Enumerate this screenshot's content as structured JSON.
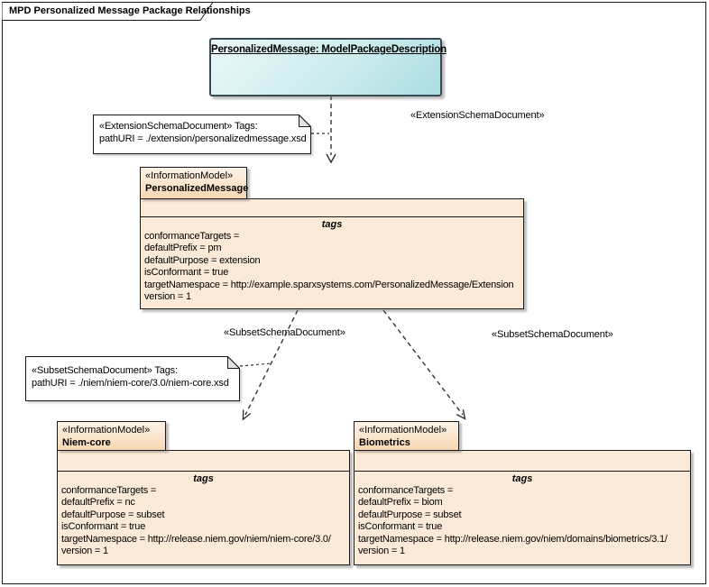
{
  "frame": {
    "title": "MPD Personalized Message Package Relationships"
  },
  "object_box": {
    "title": "PersonalizedMessage: ModelPackageDescription"
  },
  "edge_labels": {
    "extension": "«ExtensionSchemaDocument»",
    "subset_left": "«SubsetSchemaDocument»",
    "subset_right": "«SubsetSchemaDocument»"
  },
  "notes": {
    "extension": {
      "line1": "«ExtensionSchemaDocument» Tags:",
      "line2": "pathURI = ./extension/personalizedmessage.xsd"
    },
    "subset": {
      "line1": "«SubsetSchemaDocument» Tags:",
      "line2": "pathURI = ./niem/niem-core/3.0/niem-core.xsd"
    }
  },
  "packages": [
    {
      "stereotype": "«InformationModel»",
      "name": "PersonalizedMessage",
      "section_title": "tags",
      "tags": [
        "conformanceTargets =",
        "defaultPrefix = pm",
        "defaultPurpose = extension",
        "isConformant = true",
        "targetNamespace = http://example.sparxsystems.com/PersonalizedMessage/Extension",
        "version = 1"
      ]
    },
    {
      "stereotype": "«InformationModel»",
      "name": "Niem-core",
      "section_title": "tags",
      "tags": [
        "conformanceTargets =",
        "defaultPrefix = nc",
        "defaultPurpose = subset",
        "isConformant = true",
        "targetNamespace = http://release.niem.gov/niem/niem-core/3.0/",
        "version = 1"
      ]
    },
    {
      "stereotype": "«InformationModel»",
      "name": "Biometrics",
      "section_title": "tags",
      "tags": [
        "conformanceTargets =",
        "defaultPrefix = biom",
        "defaultPurpose = subset",
        "isConformant = true",
        "targetNamespace = http://release.niem.gov/niem/domains/biometrics/3.1/",
        "version = 1"
      ]
    }
  ],
  "colors": {
    "object_gradient_start": "#eaf8f9",
    "object_gradient_end": "#abdde2",
    "package_body": "#fcead8",
    "package_tab_start": "#fdf3e8",
    "package_tab_end": "#f7d6b2",
    "connector": "#333333",
    "border": "#1a1a1a"
  }
}
